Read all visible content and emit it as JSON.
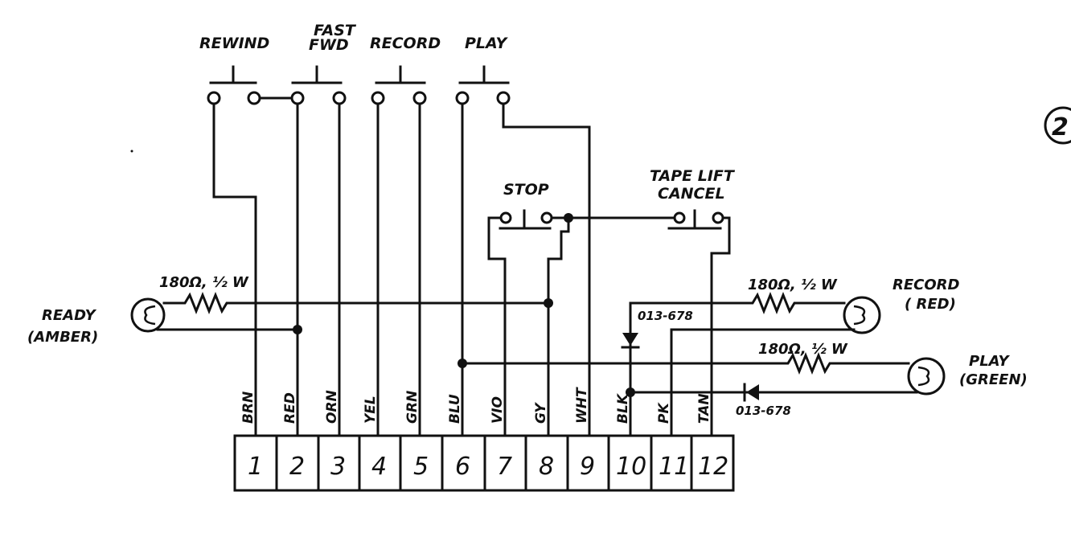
{
  "switches": {
    "rewind": "REWIND",
    "fast_fwd_line1": "FAST",
    "fast_fwd_line2": "FWD",
    "record": "RECORD",
    "play": "PLAY",
    "stop": "STOP",
    "tape_lift_line1": "TAPE LIFT",
    "tape_lift_line2": "CANCEL"
  },
  "lamps": {
    "ready_line1": "READY",
    "ready_line2": "(AMBER)",
    "record_line1": "RECORD",
    "record_line2": "( RED)",
    "play_line1": "PLAY",
    "play_line2": "(GREEN)"
  },
  "resistors": {
    "ready": "180Ω, ½ W",
    "record": "180Ω, ½ W",
    "play": "180Ω, ½ W"
  },
  "diodes": {
    "record": "013-678",
    "play": "013-678"
  },
  "wire_colors": [
    "BRN",
    "RED",
    "ORN",
    "YEL",
    "GRN",
    "BLU",
    "VIO",
    "GY",
    "WHT",
    "BLK",
    "PK",
    "TAN"
  ],
  "terminals": [
    "1",
    "2",
    "3",
    "4",
    "5",
    "6",
    "7",
    "8",
    "9",
    "10",
    "11",
    "12"
  ],
  "page_marker": "2"
}
